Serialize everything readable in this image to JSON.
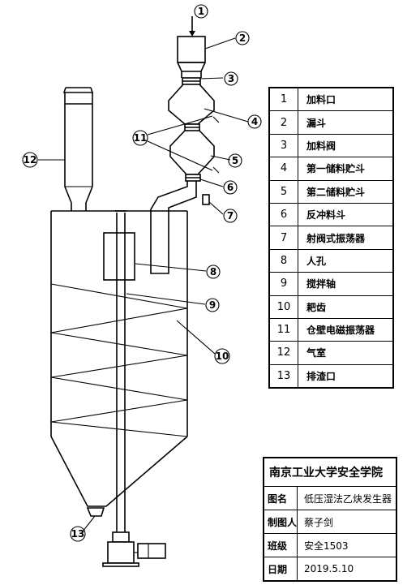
{
  "callouts": [
    "1",
    "2",
    "3",
    "4",
    "5",
    "6",
    "7",
    "8",
    "9",
    "10",
    "11",
    "12",
    "13"
  ],
  "legend": {
    "rows": [
      {
        "num": "1",
        "name": "加料口"
      },
      {
        "num": "2",
        "name": "漏斗"
      },
      {
        "num": "3",
        "name": "加料阀"
      },
      {
        "num": "4",
        "name": "第一储料贮斗"
      },
      {
        "num": "5",
        "name": "第二储料贮斗"
      },
      {
        "num": "6",
        "name": "反冲料斗"
      },
      {
        "num": "7",
        "name": "射阀式振荡器"
      },
      {
        "num": "8",
        "name": "人孔"
      },
      {
        "num": "9",
        "name": "搅拌轴"
      },
      {
        "num": "10",
        "name": "耙齿"
      },
      {
        "num": "11",
        "name": "仓壁电磁振荡器"
      },
      {
        "num": "12",
        "name": "气室"
      },
      {
        "num": "13",
        "name": "排渣口"
      }
    ]
  },
  "titleblock": {
    "school": "南京工业大学安全学院",
    "rows": [
      {
        "key": "图名",
        "value": "低压湿法乙炔发生器"
      },
      {
        "key": "制图人",
        "value": "蔡子剑"
      },
      {
        "key": "班级",
        "value": "安全1503"
      },
      {
        "key": "日期",
        "value": "2019.5.10"
      }
    ]
  }
}
